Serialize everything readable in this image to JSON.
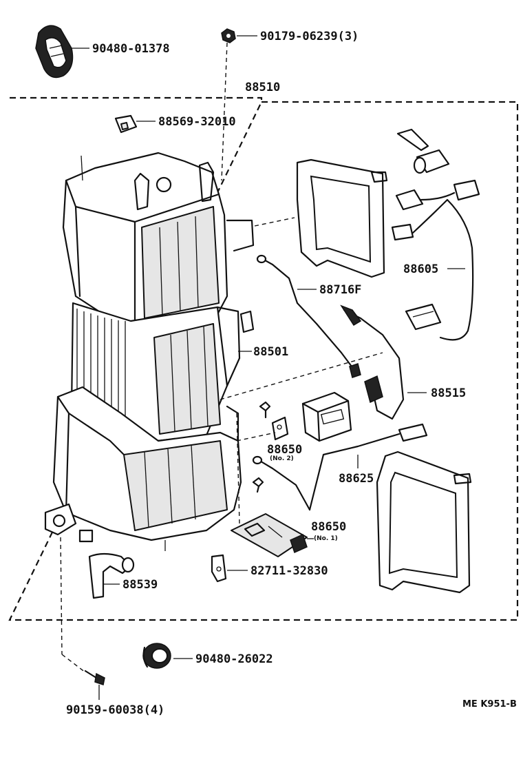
{
  "labels": {
    "p90480_01378": "90480-01378",
    "p90179_06239": "90179-06239(3)",
    "p88510": "88510",
    "p88569_32010": "88569-32010",
    "p88605": "88605",
    "p88716f": "88716F",
    "p88501": "88501",
    "p88515": "88515",
    "p88650_no2": "88650",
    "p88650_no2_sub": "(No. 2)",
    "p88625": "88625",
    "p88650_no1": "88650",
    "p88650_no1_sub": "(No. 1)",
    "p88539": "88539",
    "p82711_32830": "82711-32830",
    "p90480_26022": "90480-26022",
    "p90159_60038": "90159-60038(4)",
    "figure_code": "ME K951-B"
  }
}
